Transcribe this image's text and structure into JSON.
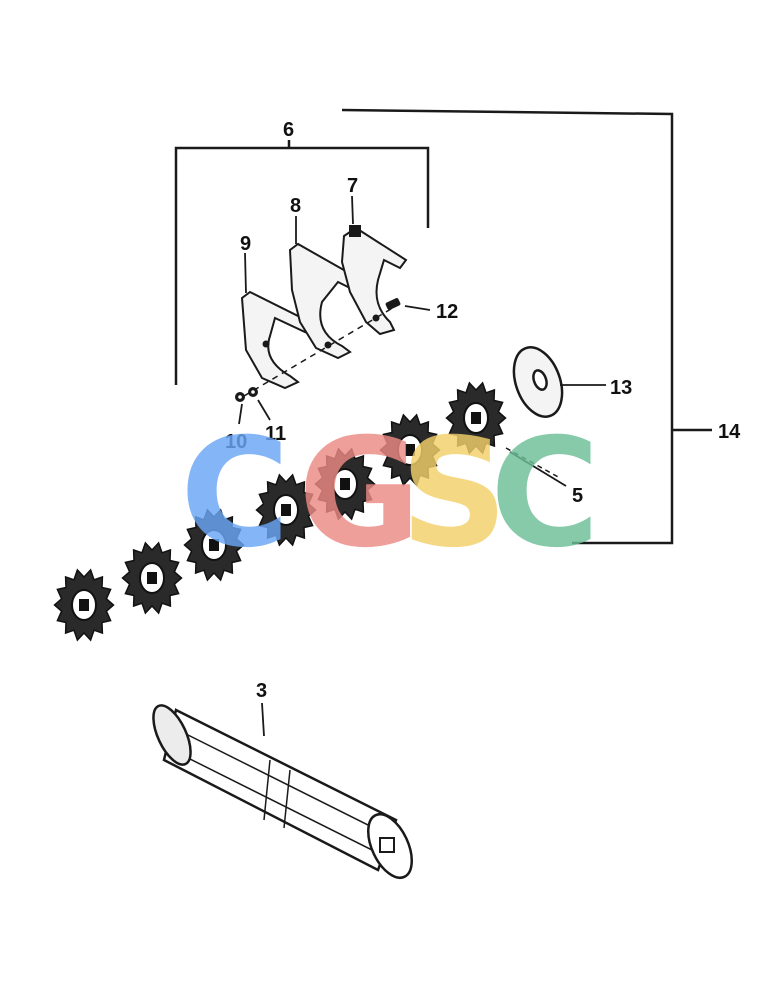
{
  "diagram": {
    "callouts": {
      "c3": "3",
      "c5": "5",
      "c6": "6",
      "c7": "7",
      "c8": "8",
      "c9": "9",
      "c10": "10",
      "c11": "11",
      "c12": "12",
      "c13": "13",
      "c14": "14"
    },
    "watermark": {
      "letters": [
        "C",
        "G",
        "S",
        "C"
      ],
      "colors": [
        "#6aa6f5",
        "#ec8a84",
        "#f3d06a",
        "#6cbf98"
      ]
    },
    "colors": {
      "line": "#1a1a1a",
      "part_fill": "#f4f4f4",
      "gear_fill": "#2a2a2a"
    }
  }
}
